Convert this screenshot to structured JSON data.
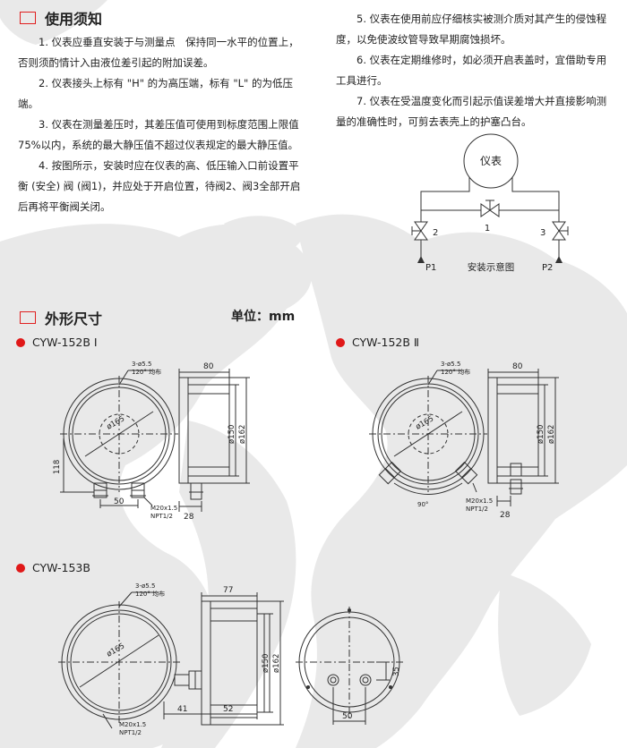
{
  "notice": {
    "title": "使用须知",
    "items": [
      "1. 仪表应垂直安装于与测量点　保持同一水平的位置上，否则须酌情计入由液位差引起的附加误差。",
      "2. 仪表接头上标有 \"H\" 的为高压端，标有 \"L\" 的为低压端。",
      "3. 仪表在测量差压时，其差压值可使用到标度范围上限值75%以内，系统的最大静压值不超过仪表规定的最大静压值。",
      "4. 按图所示，安装时应在仪表的高、低压输入口前设置平衡 (安全) 阀 (阀1)，并应处于开启位置，待阀2、阀3全部开启后再将平衡阀关闭。",
      "5. 仪表在使用前应仔细核实被测介质对其产生的侵蚀程度，以免使波纹管导致早期腐蚀损坏。",
      "6. 仪表在定期维修时，如必须开启表盖时，宜借助专用工具进行。",
      "7. 仪表在受温度变化而引起示值误差增大并直接影响测量的准确性时，可剪去表壳上的护塞凸台。"
    ]
  },
  "install": {
    "gauge_label": "仪表",
    "valve1": "1",
    "valve2": "2",
    "valve3": "3",
    "p1": "P1",
    "p2": "P2",
    "caption": "安装示意图"
  },
  "dims": {
    "title": "外形尺寸",
    "unit": "单位：mm",
    "models": [
      {
        "name": "CYW-152B Ⅰ",
        "hole_note_1": "3-ø5.5",
        "hole_note_2": "120° 均布",
        "d_dial": "ø165",
        "width": "80",
        "d150": "ø150",
        "d162": "ø162",
        "h118": "118",
        "w50": "50",
        "thread_1": "M20x1.5",
        "thread_2": "NPT1/2",
        "w28": "28"
      },
      {
        "name": "CYW-152B Ⅱ",
        "hole_note_1": "3-ø5.5",
        "hole_note_2": "120° 均布",
        "d_dial": "ø165",
        "width": "80",
        "d150": "ø150",
        "d162": "ø162",
        "angle": "90°",
        "thread_1": "M20x1.5",
        "thread_2": "NPT1/2",
        "w28": "28"
      },
      {
        "name": "CYW-153B",
        "hole_note_1": "3-ø5.5",
        "hole_note_2": "120° 均布",
        "d_dial": "ø165",
        "width": "77",
        "d150": "ø150",
        "d162": "ø162",
        "thread_1": "M20x1.5",
        "thread_2": "NPT1/2",
        "w41": "41",
        "w52": "52",
        "h35": "35",
        "w50": "50"
      }
    ]
  }
}
